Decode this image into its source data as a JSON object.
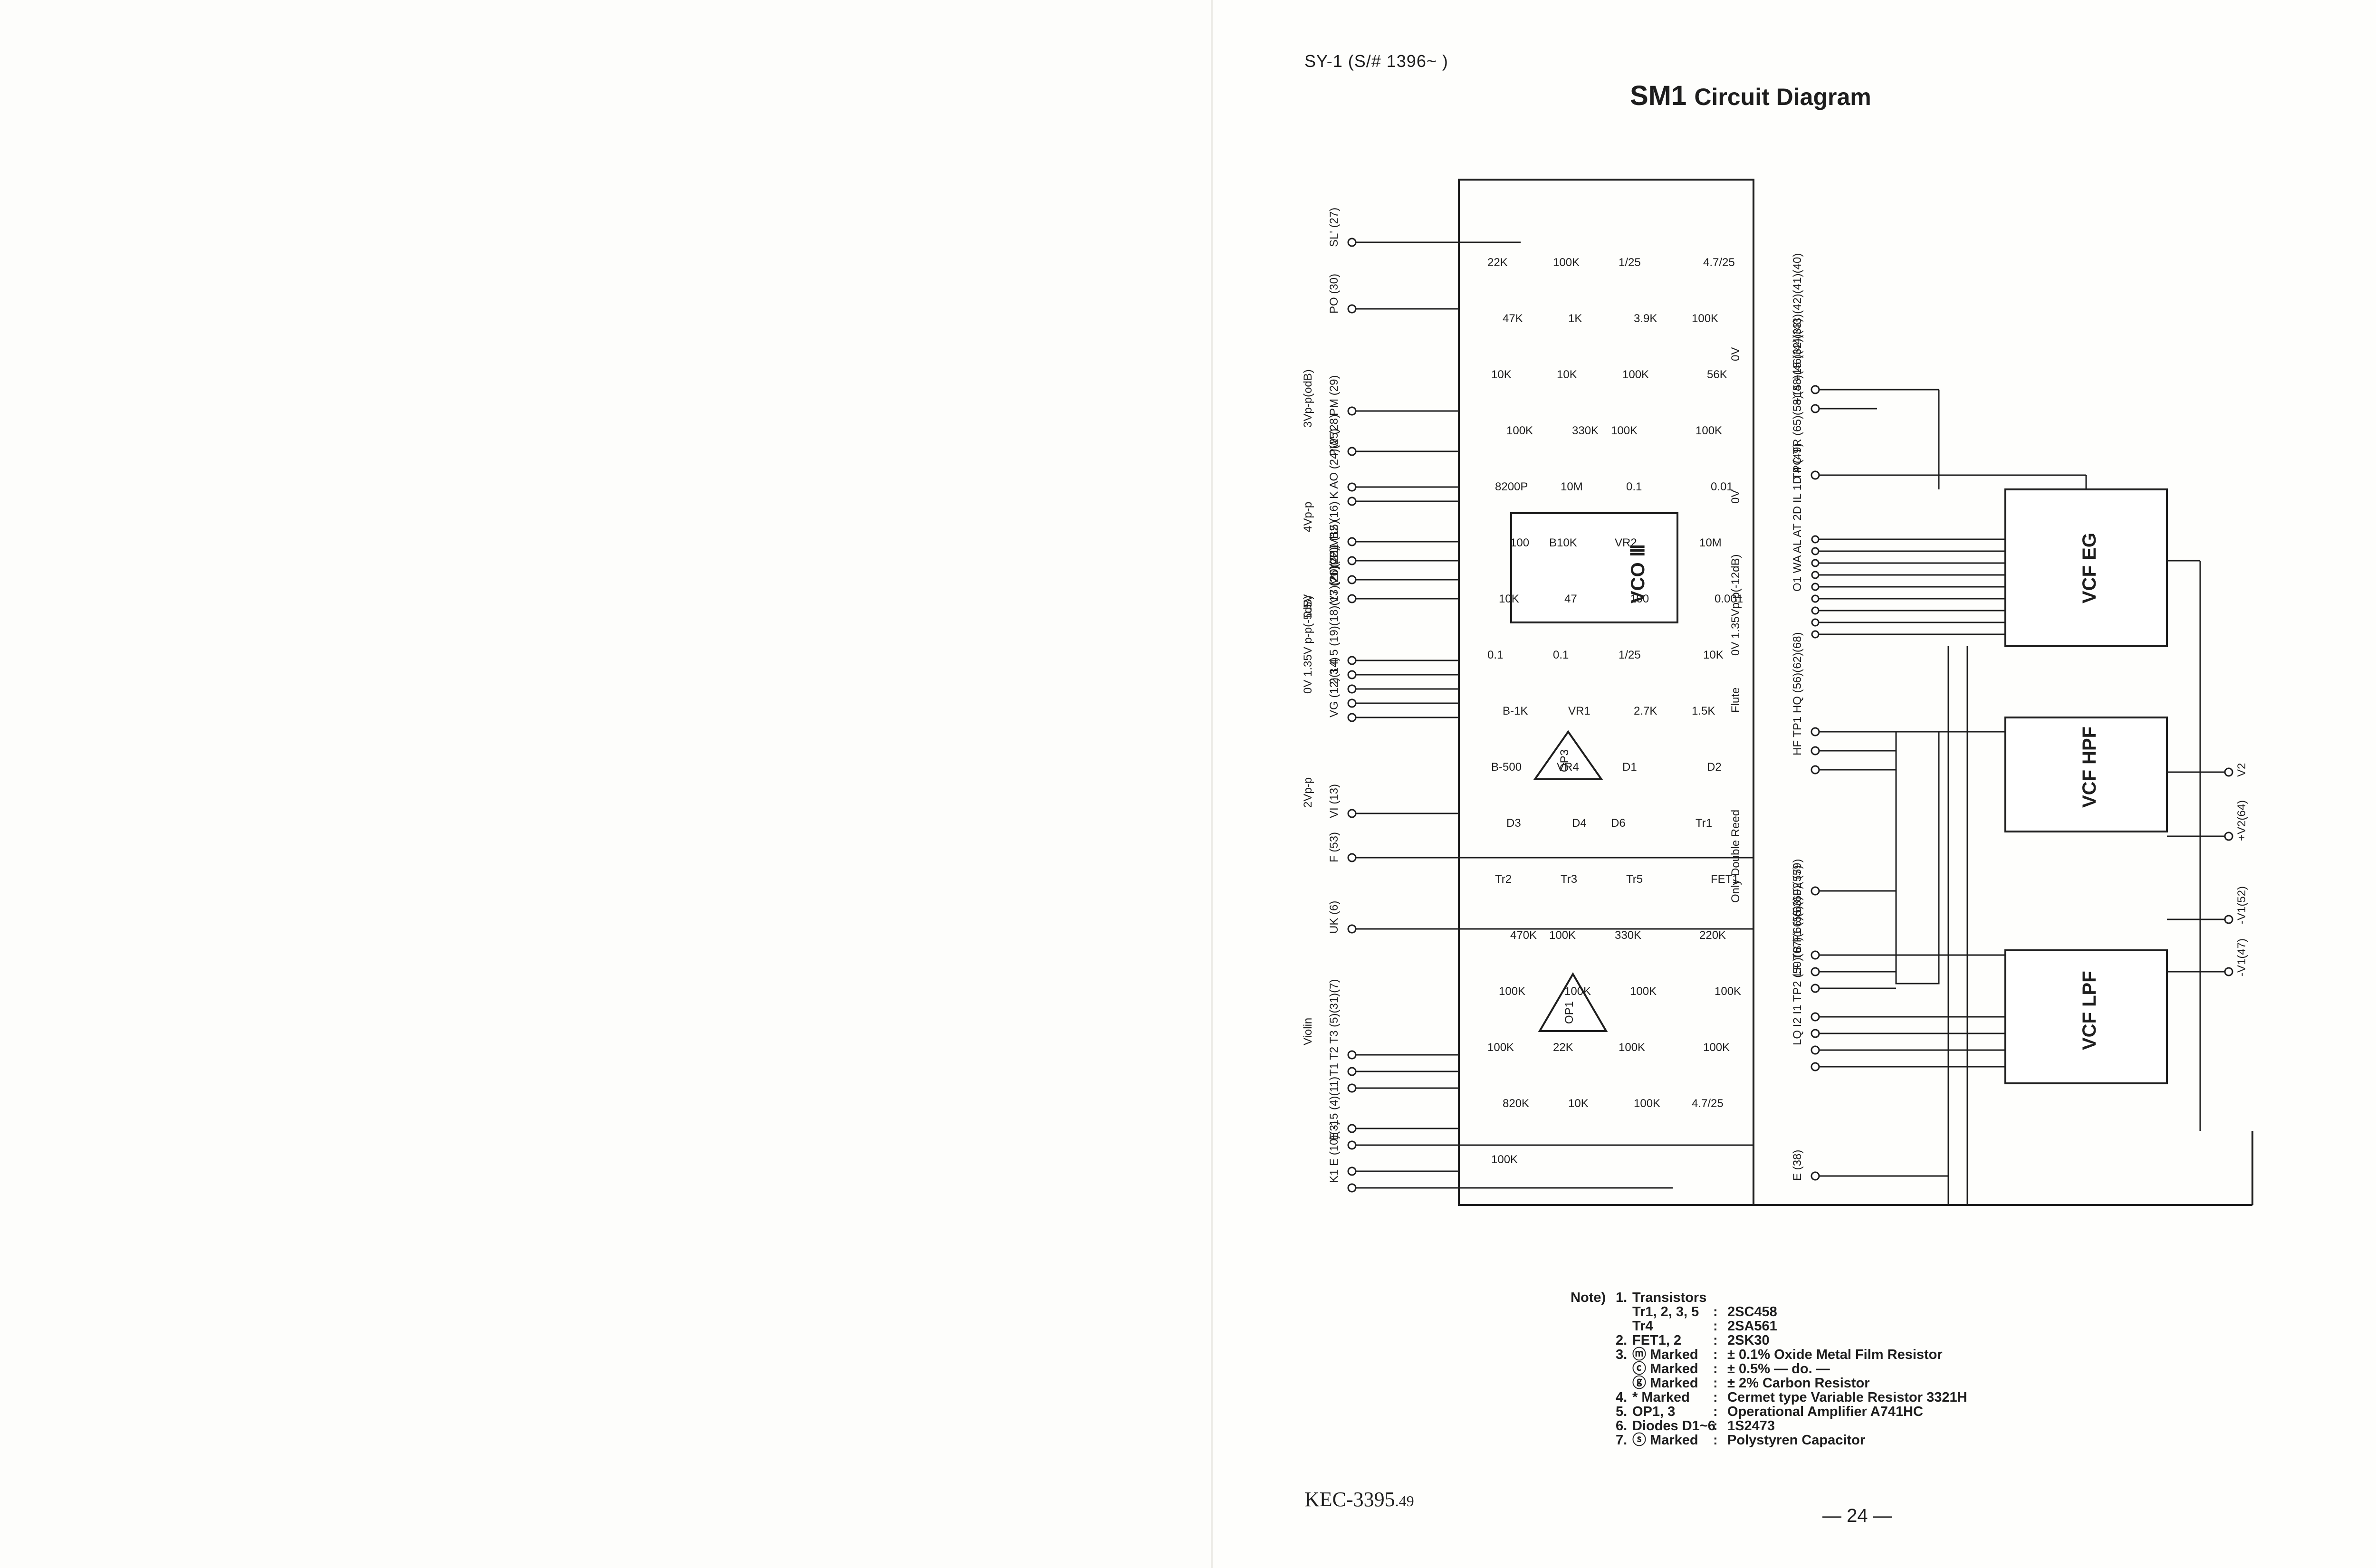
{
  "header": "SY-1   (S/#   1396~         )",
  "title": {
    "prefix": "SM1",
    "rest": "Circuit  Diagram"
  },
  "footer": {
    "code": "KEC-3395",
    "suffix": ".49",
    "page": "— 24 —"
  },
  "connectors_left": [
    {
      "name": "SL'",
      "pin": "(27)"
    },
    {
      "name": "PO",
      "pin": "(30)"
    },
    {
      "name": "PM",
      "pin": "(29)"
    },
    {
      "name": "PW",
      "pin": "(28)"
    },
    {
      "name": "K AO",
      "pin": "(24)(25)"
    },
    {
      "name": "VB2",
      "pin": "(16)"
    },
    {
      "name": "VB1",
      "pin": "(15)"
    },
    {
      "name": "V1",
      "pin": "(22)"
    },
    {
      "name": "V3",
      "pin": "(26)"
    },
    {
      "name": "1 2 3 4 5",
      "pin": "(19)(18)(17)(20)(21)"
    },
    {
      "name": "VG",
      "pin": "(12)(14)"
    },
    {
      "name": "VI",
      "pin": "(13)"
    },
    {
      "name": "F",
      "pin": "(53)"
    },
    {
      "name": "UK",
      "pin": "(6)"
    },
    {
      "name": "T1 T2 T3",
      "pin": "(5)(31)(7)"
    },
    {
      "name": "E -15",
      "pin": "(4)(11)"
    },
    {
      "name": "K1 E",
      "pin": "(10)(3)"
    }
  ],
  "connectors_right": [
    {
      "name": "+15 +15",
      "pin": "(32)(33)"
    },
    {
      "name": "T4",
      "pin": "(49)"
    },
    {
      "name": "O1 WA AL AT 2D IL 1D PC TR",
      "pin": "(65)(58)(48)(46)(44)(43)(42)(41)(40)"
    },
    {
      "name": "HF TP1 HQ",
      "pin": "(56)(62)(68)"
    },
    {
      "name": "F2",
      "pin": "(59)"
    },
    {
      "name": "LF TB F1",
      "pin": "(55)(60)(57)"
    },
    {
      "name": "LQ I2 I1 TP2",
      "pin": "(50)(67)(66)(63)"
    },
    {
      "name": "E",
      "pin": "(38)"
    },
    {
      "name": "V2",
      "pin": ""
    },
    {
      "name": "+V2",
      "pin": "(64)"
    },
    {
      "name": "-V1",
      "pin": "(52)"
    },
    {
      "name": "-V1",
      "pin": "(47)"
    }
  ],
  "blocks": {
    "vco": "VCO Ⅲ",
    "vcf_eg": "VCF EG",
    "vcf_hpf": "VCF HPF",
    "vcf_lpf": "VCF LPF",
    "op1": "OP1",
    "op3": "OP3"
  },
  "component_labels": [
    "22K",
    "100K",
    "1/25",
    "4.7/25",
    "47K",
    "1K",
    "3.9K",
    "100K",
    "10K",
    "10K",
    "100K",
    "56K",
    "100K",
    "330K",
    "100K",
    "100K",
    "8200P",
    "10M",
    "0.1",
    "0.01",
    "100",
    "B10K",
    "VR2",
    "10M",
    "10K",
    "47",
    "100",
    "0.001",
    "0.1",
    "0.1",
    "1/25",
    "10K",
    "B-1K",
    "VR1",
    "2.7K",
    "1.5K",
    "B-500",
    "VR4",
    "D1",
    "D2",
    "D3",
    "D4",
    "D6",
    "Tr1",
    "Tr2",
    "Tr3",
    "Tr5",
    "FET1",
    "470K",
    "100K",
    "330K",
    "220K",
    "100K",
    "100K",
    "100K",
    "100K",
    "100K",
    "22K",
    "100K",
    "100K",
    "820K",
    "10K",
    "100K",
    "4.7/25",
    "100K"
  ],
  "signal_labels": [
    "3Vp-p(odB)",
    "0V",
    "4Vp-p",
    "0V",
    "0.5V",
    "0V 1.35Vp-p(-12dB)",
    "0V 1.35V p-p(-5dB)",
    "Flute",
    "Violin",
    "Only Double Reed",
    "2Vp-p"
  ],
  "notes": {
    "heading": "Note)",
    "rows": [
      {
        "n": "1.",
        "a": "Transistors",
        "b": "",
        "c": ""
      },
      {
        "n": "",
        "a": "Tr1, 2, 3, 5",
        "b": ":",
        "c": "2SC458"
      },
      {
        "n": "",
        "a": "Tr4",
        "b": ":",
        "c": "2SA561"
      },
      {
        "n": "2.",
        "a": "FET1, 2",
        "b": ":",
        "c": "2SK30"
      },
      {
        "n": "3.",
        "a": "ⓜ Marked",
        "b": ":",
        "c": "± 0.1%  Oxide  Metal  Film  Resistor"
      },
      {
        "n": "",
        "a": "ⓒ Marked",
        "b": ":",
        "c": "± 0.5%  — do. —"
      },
      {
        "n": "",
        "a": "ⓖ Marked",
        "b": ":",
        "c": "± 2%  Carbon  Resistor"
      },
      {
        "n": "4.",
        "a": "* Marked",
        "b": ":",
        "c": "Cermet  type  Variable  Resistor  3321H"
      },
      {
        "n": "5.",
        "a": "OP1, 3",
        "b": ":",
        "c": "Operational  Amplifier     A741HC"
      },
      {
        "n": "6.",
        "a": "Diodes  D1~6",
        "b": ":",
        "c": "1S2473"
      },
      {
        "n": "7.",
        "a": "ⓢ Marked",
        "b": ":",
        "c": "Polystyren  Capacitor"
      }
    ]
  }
}
